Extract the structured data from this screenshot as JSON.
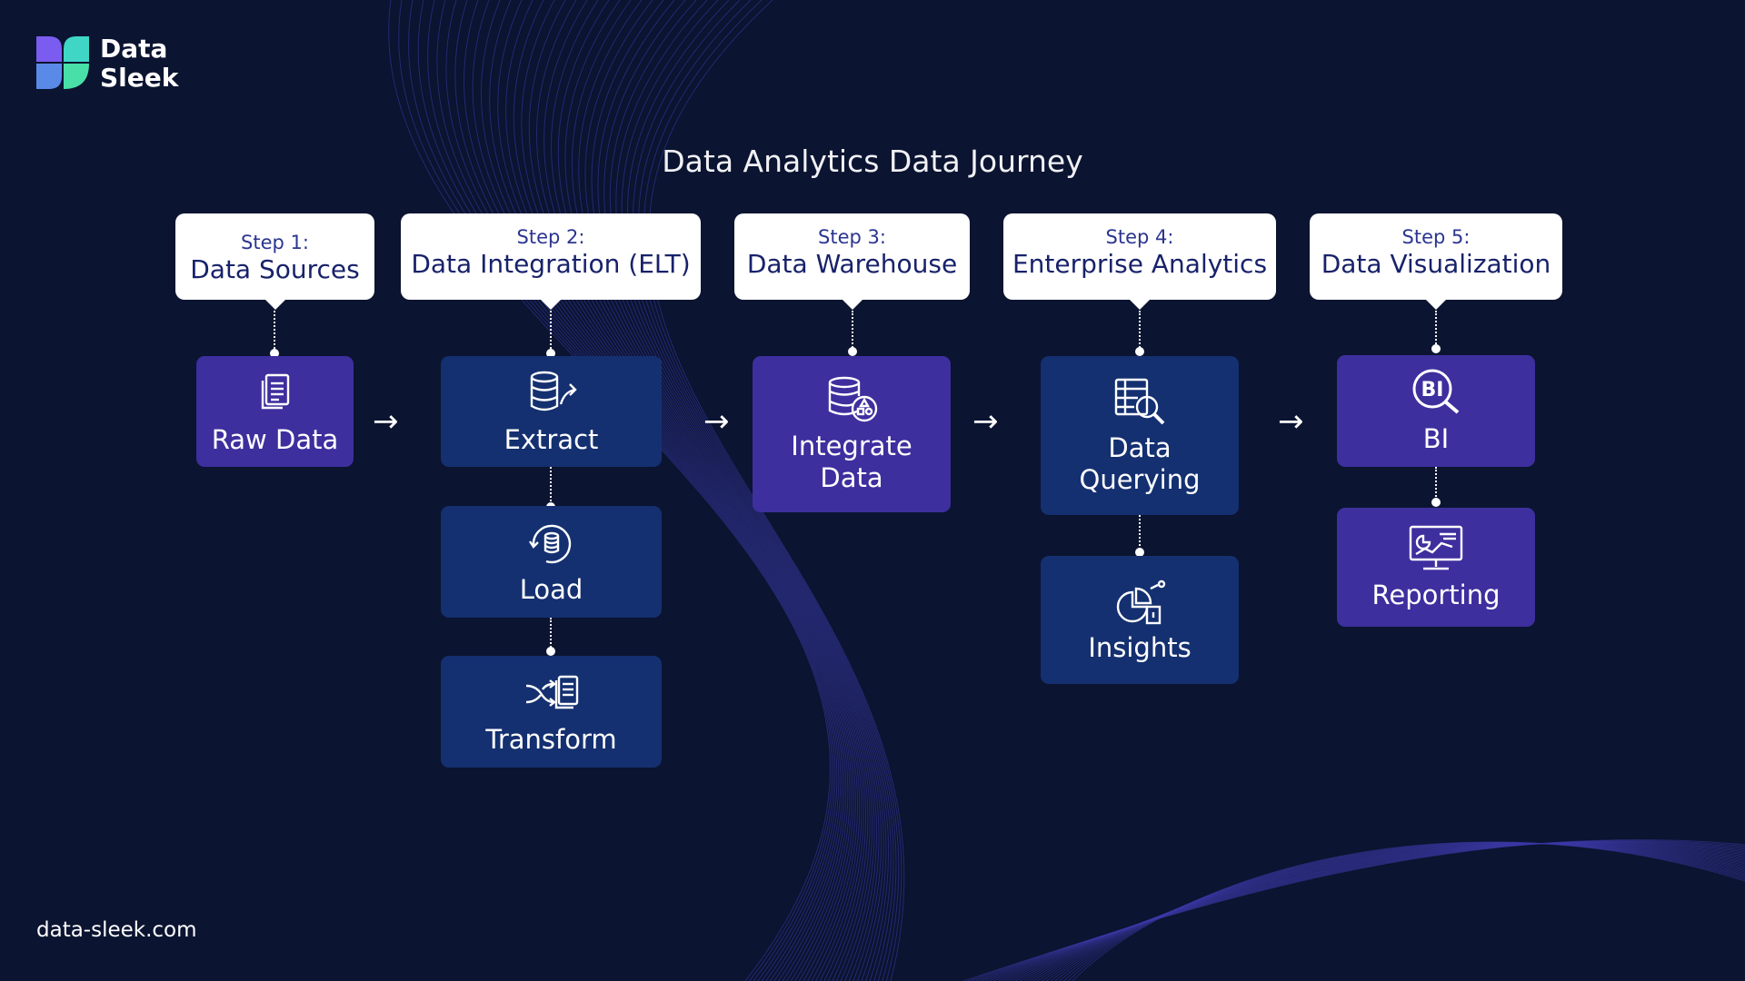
{
  "brand": {
    "name_line1": "Data",
    "name_line2": "Sleek",
    "website": "data-sleek.com"
  },
  "title": "Data Analytics Data Journey",
  "colors": {
    "background": "#0b1430",
    "purple_box": "#3d2f9e",
    "navy_box": "#143070",
    "step_text": "#18226a",
    "wave_lines": "#3b3aa8"
  },
  "steps": [
    {
      "number": "Step 1:",
      "name": "Data Sources"
    },
    {
      "number": "Step 2:",
      "name": "Data Integration (ELT)"
    },
    {
      "number": "Step 3:",
      "name": "Data Warehouse"
    },
    {
      "number": "Step 4:",
      "name": "Enterprise Analytics"
    },
    {
      "number": "Step 5:",
      "name": "Data Visualization"
    }
  ],
  "nodes": {
    "raw_data": {
      "label": "Raw Data",
      "icon": "document-icon"
    },
    "extract": {
      "label": "Extract",
      "icon": "database-export-icon"
    },
    "load": {
      "label": "Load",
      "icon": "database-refresh-icon"
    },
    "transform": {
      "label": "Transform",
      "icon": "transform-document-icon"
    },
    "integrate": {
      "label_line1": "Integrate",
      "label_line2": "Data",
      "icon": "database-shapes-icon"
    },
    "querying": {
      "label_line1": "Data",
      "label_line2": "Querying",
      "icon": "database-search-icon"
    },
    "insights": {
      "label": "Insights",
      "icon": "pie-chart-insights-icon"
    },
    "bi": {
      "label": "BI",
      "icon": "bi-search-icon"
    },
    "reporting": {
      "label": "Reporting",
      "icon": "monitor-report-icon"
    }
  },
  "arrows": [
    "→",
    "→",
    "→",
    "→"
  ]
}
